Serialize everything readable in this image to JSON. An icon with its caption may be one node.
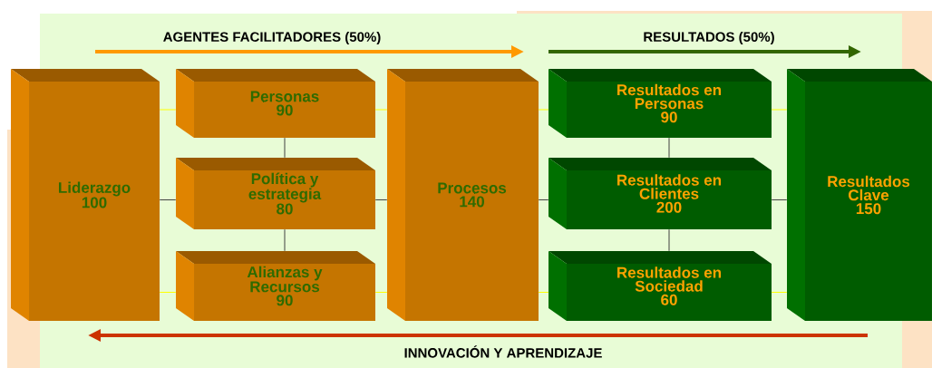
{
  "diagram": {
    "nodes": [
      {
        "text": [
          "Liderazgo",
          "100"
        ]
      },
      {
        "text": [
          "Personas",
          "90"
        ]
      },
      {
        "text": [
          "Política y estrategia",
          "80"
        ]
      },
      {
        "text": [
          "Alianzas y Recursos",
          "90"
        ]
      },
      {
        "text": [
          "Procesos",
          "140"
        ]
      },
      {
        "text": [
          "Resultados en Personas",
          "90"
        ]
      },
      {
        "text": [
          "Resultados en Clientes",
          "200"
        ]
      },
      {
        "text": [
          "Resultados en Sociedad",
          "60"
        ]
      },
      {
        "text": [
          "Resultados Clave",
          "150"
        ]
      }
    ],
    "edges": [
      {
        "from": 0,
        "to": 1,
        "arrow": "none",
        "color": "#ffff00"
      },
      {
        "from": 0,
        "to": 2,
        "arrow": "none",
        "color": "#404040"
      },
      {
        "from": 0,
        "to": 3,
        "arrow": "none",
        "color": "#ffff00"
      },
      {
        "from": 1,
        "to": 2,
        "arrow": "none",
        "color": "#404040"
      },
      {
        "from": 2,
        "to": 3,
        "arrow": "none",
        "color": "#404040"
      },
      {
        "from": 1,
        "to": 4,
        "arrow": "none",
        "color": "#ffff00"
      },
      {
        "from": 2,
        "to": 4,
        "arrow": "none",
        "color": "#404040"
      },
      {
        "from": 3,
        "to": 4,
        "arrow": "none",
        "color": "#ffff00"
      },
      {
        "from": 4,
        "to": 5,
        "arrow": "none",
        "color": "#ffff00"
      },
      {
        "from": 4,
        "to": 6,
        "arrow": "none",
        "color": "#404040"
      },
      {
        "from": 4,
        "to": 7,
        "arrow": "none",
        "color": "#ffff00"
      },
      {
        "from": 5,
        "to": 6,
        "arrow": "none",
        "color": "#404040"
      },
      {
        "from": 6,
        "to": 7,
        "arrow": "none",
        "color": "#404040"
      },
      {
        "from": 5,
        "to": 8,
        "arrow": "none",
        "color": "#ffff00"
      },
      {
        "from": 6,
        "to": 8,
        "arrow": "none",
        "color": "#404040"
      },
      {
        "from": 7,
        "to": 8,
        "arrow": "none",
        "color": "#ffff00"
      }
    ],
    "labels": [
      "AGENTES FACILITADORES (50%)",
      "RESULTADOS (50%)",
      "INNOVACIÓN Y APRENDIZAJE"
    ]
  }
}
